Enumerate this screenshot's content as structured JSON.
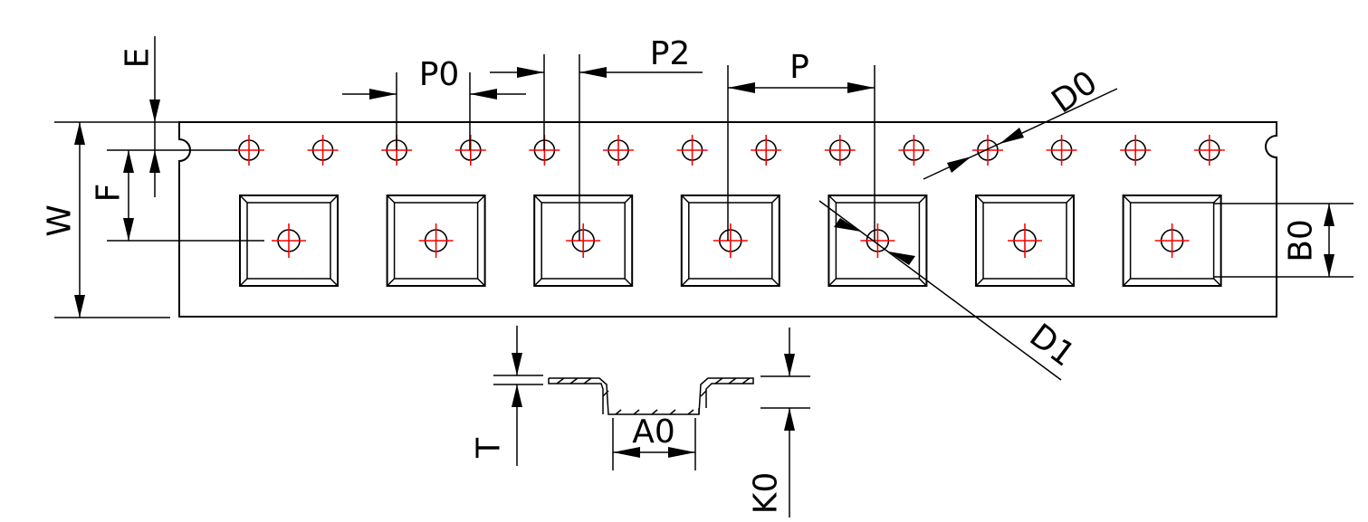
{
  "labels": {
    "E": "E",
    "P0": "P0",
    "P2": "P2",
    "P": "P",
    "D0": "D0",
    "W": "W",
    "F": "F",
    "B0": "B0",
    "D1": "D1",
    "T": "T",
    "A0": "A0",
    "K0": "K0"
  },
  "sprocket_hole_count": 14,
  "pocket_count": 7,
  "colors": {
    "outline": "#000000",
    "center_marks": "#ff0000"
  }
}
